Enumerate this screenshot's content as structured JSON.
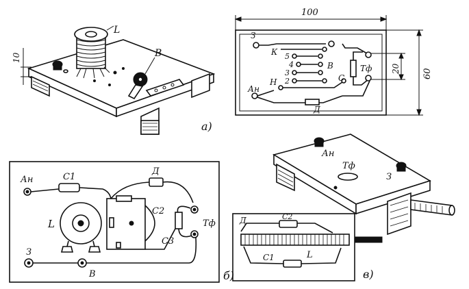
{
  "figure_a": {
    "caption": "а)",
    "perspective_labels": {
      "coil": "L",
      "variable_capacitor": "В",
      "height_dim": "10"
    },
    "board_top_view": {
      "width_dim": "100",
      "height_dim": "60",
      "spacing_dim": "20",
      "labels": [
        "З",
        "К",
        "5",
        "4",
        "3",
        "2",
        "Ан",
        "Н",
        "В",
        "С",
        "Тф",
        "Д"
      ]
    }
  },
  "figure_b": {
    "caption": "б)",
    "labels": {
      "antenna": "Ан",
      "c1": "C1",
      "detector": "Д",
      "inductor": "L",
      "c2": "C2",
      "c3": "C3",
      "phones": "Тф",
      "ground": "З",
      "switch": "В"
    }
  },
  "figure_v": {
    "caption": "в)",
    "perspective_labels": {
      "antenna": "Ан",
      "phones": "Тф",
      "ground": "З"
    },
    "bottom_view_labels": {
      "detector": "Д",
      "c2": "C2",
      "c1": "C1",
      "coil": "L"
    }
  }
}
